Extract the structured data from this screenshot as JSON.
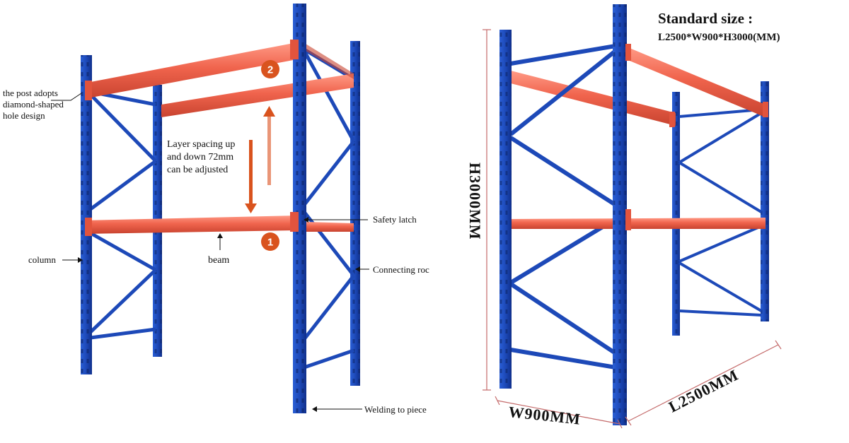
{
  "left_diagram": {
    "labels": {
      "post": [
        "the post adopts",
        "diamond-shaped",
        "hole design"
      ],
      "spacing": [
        "Layer spacing up",
        "and down 72mm",
        "can be adjusted"
      ],
      "column": "column",
      "beam": "beam",
      "safety_latch": "Safety latch",
      "connecting_rod": "Connecting roc",
      "welding": "Welding to piece"
    },
    "badges": [
      "2",
      "1"
    ]
  },
  "right_diagram": {
    "standard_title": "Standard size :",
    "standard_spec": "L2500*W900*H3000(MM)",
    "height_label": "H3000MM",
    "width_label": "W900MM",
    "length_label": "L2500MM"
  },
  "colors": {
    "upright_blue": "#1d49b8",
    "upright_dark": "#0f2f8a",
    "beam_orange": "#f0644d",
    "beam_light": "#ff9a86",
    "badge": "#d9531e",
    "arrow": "#d9531e",
    "dimension_line": "#c46a6a"
  }
}
